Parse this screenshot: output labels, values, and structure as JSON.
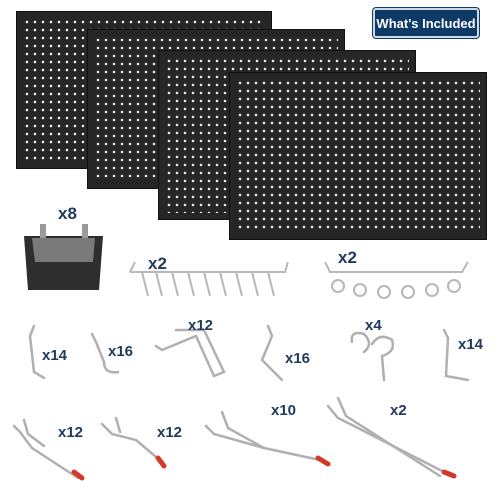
{
  "badge": {
    "label": "What's Included"
  },
  "accent_color": "#0e3a68",
  "quantities": {
    "pegboards": "",
    "bin": "x8",
    "bin_rack": "x2",
    "screwdriver_rack": "x2",
    "hook_a": "x14",
    "hook_b": "x16",
    "hook_c": "x12",
    "hook_d": "x16",
    "hook_e": "x4",
    "hook_f": "x14",
    "long_hook_a": "x12",
    "long_hook_b": "x12",
    "long_hook_c": "x10",
    "long_hook_d": "x2"
  }
}
